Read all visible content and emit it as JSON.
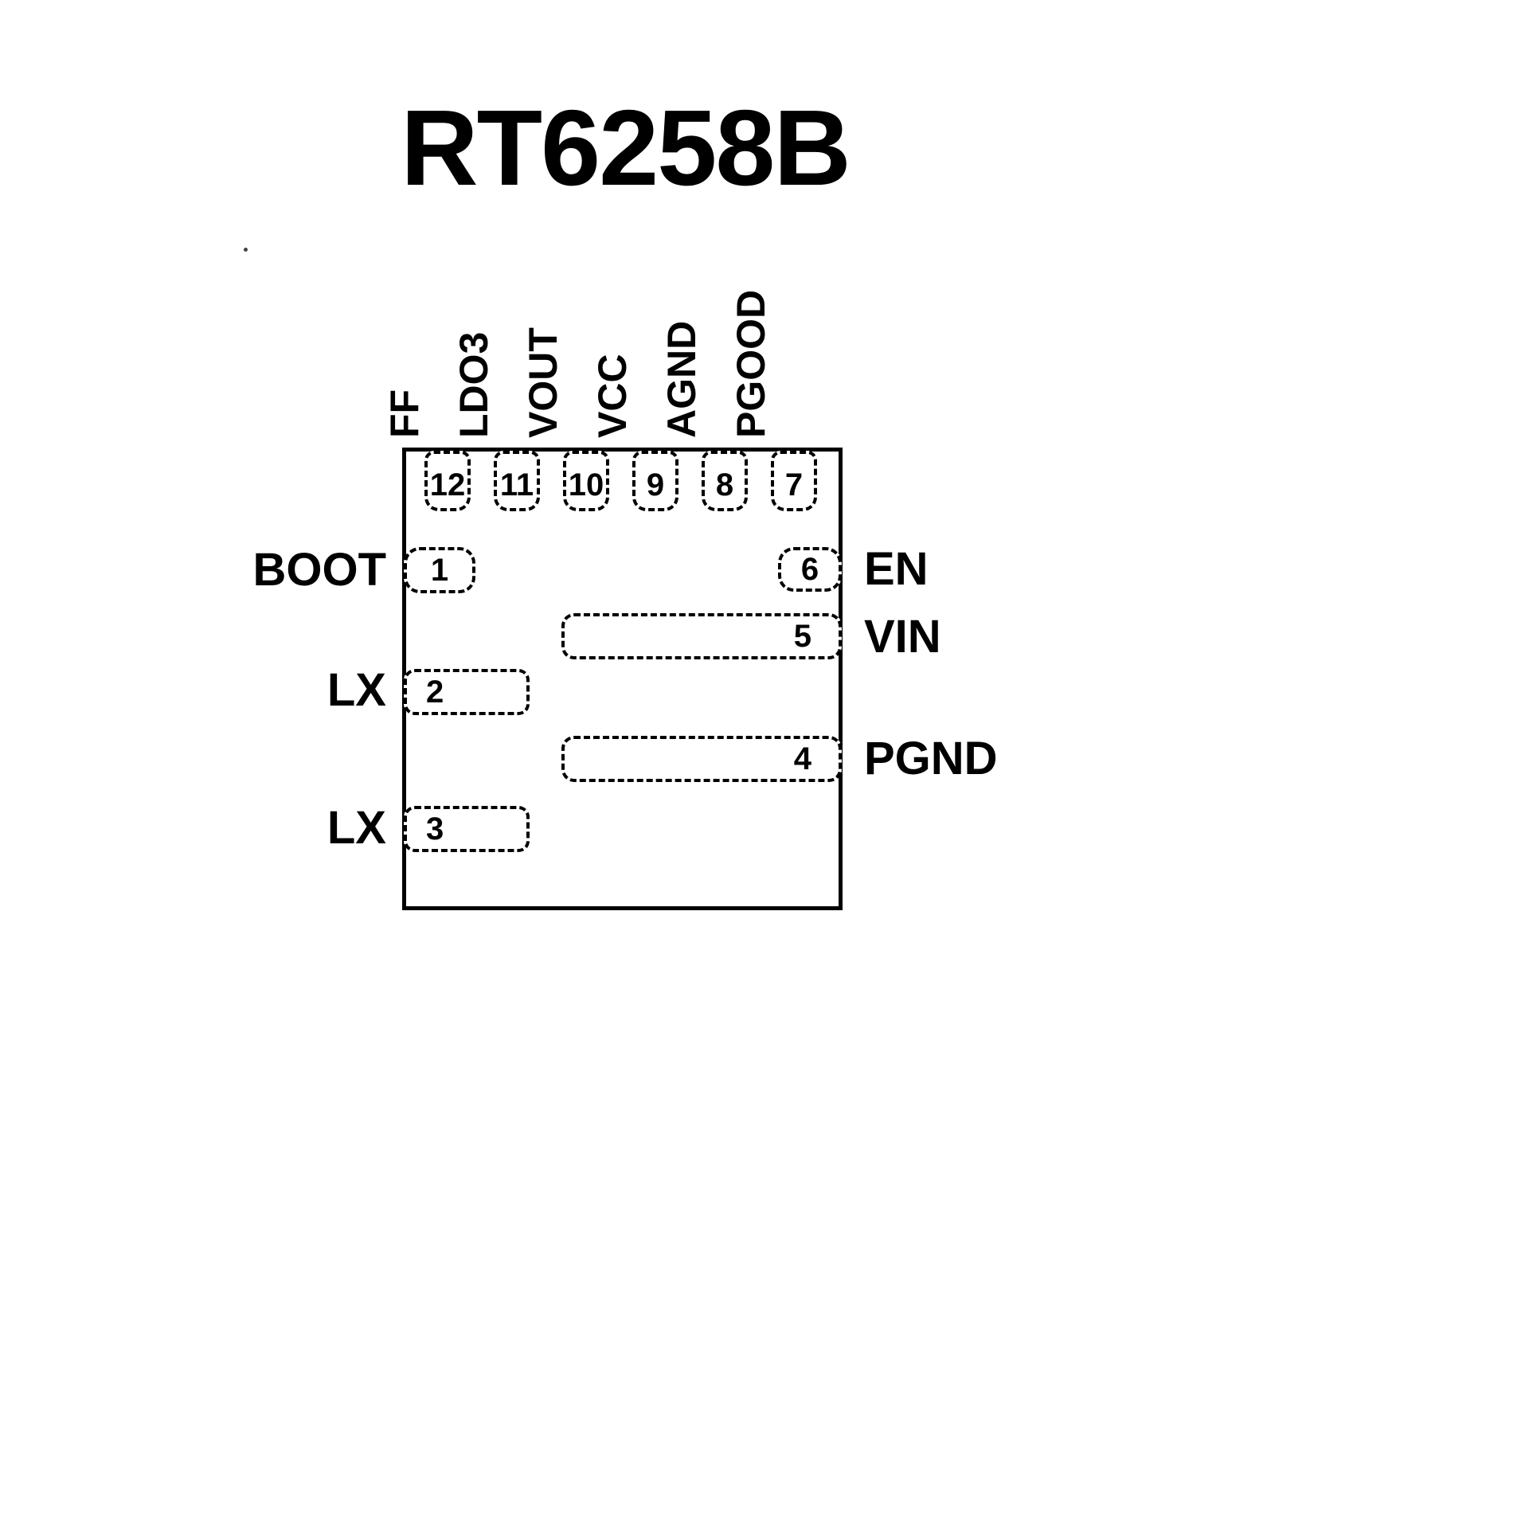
{
  "title": "RT6258B",
  "package": {
    "top_pins": [
      {
        "number": "12",
        "label": "FF"
      },
      {
        "number": "11",
        "label": "LDO3"
      },
      {
        "number": "10",
        "label": "VOUT"
      },
      {
        "number": "9",
        "label": "VCC"
      },
      {
        "number": "8",
        "label": "AGND"
      },
      {
        "number": "7",
        "label": "PGOOD"
      }
    ],
    "left_pins": [
      {
        "number": "1",
        "label": "BOOT"
      },
      {
        "number": "2",
        "label": "LX"
      },
      {
        "number": "3",
        "label": "LX"
      }
    ],
    "right_pins": [
      {
        "number": "6",
        "label": "EN"
      },
      {
        "number": "5",
        "label": "VIN"
      },
      {
        "number": "4",
        "label": "PGND"
      }
    ]
  },
  "colors": {
    "line": "#000000",
    "background": "#ffffff"
  }
}
